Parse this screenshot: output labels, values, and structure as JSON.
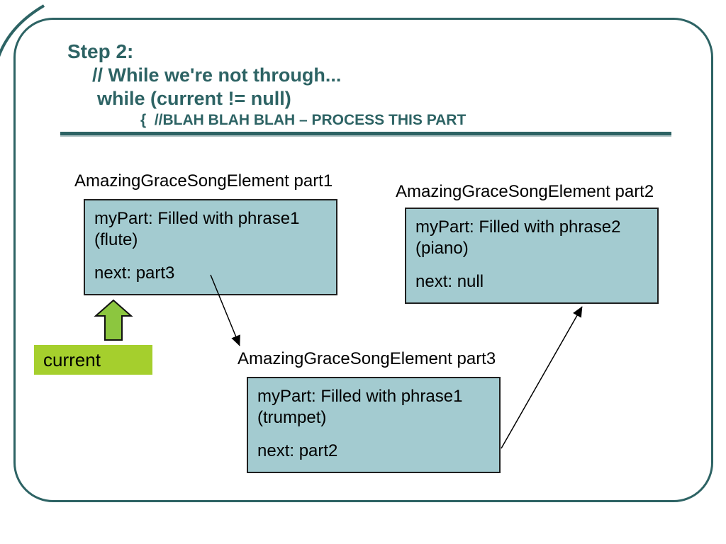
{
  "colors": {
    "teal": "#2d6364",
    "underline_shadow": "#aabfc0",
    "box_fill": "#a3cbd0",
    "box_border": "#1f1f1f",
    "arrow_green": "#8cc63f",
    "current_green": "#a5cf2d",
    "ink": "#000000"
  },
  "title": {
    "line1": "Step 2:",
    "line2": "// While we're not through...",
    "line3": "while (current != null)",
    "line4": "{  //BLAH BLAH BLAH – PROCESS THIS PART"
  },
  "nodes": {
    "part1": {
      "label": "AmazingGraceSongElement part1",
      "mypart": "myPart: Filled with phrase1 (flute)",
      "next": "next: part3"
    },
    "part2": {
      "label": "AmazingGraceSongElement part2",
      "mypart": "myPart: Filled with phrase2 (piano)",
      "next": "next: null"
    },
    "part3": {
      "label": "AmazingGraceSongElement part3",
      "mypart": "myPart: Filled with phrase1 (trumpet)",
      "next": "next: part2"
    }
  },
  "pointer": {
    "label": "current"
  }
}
